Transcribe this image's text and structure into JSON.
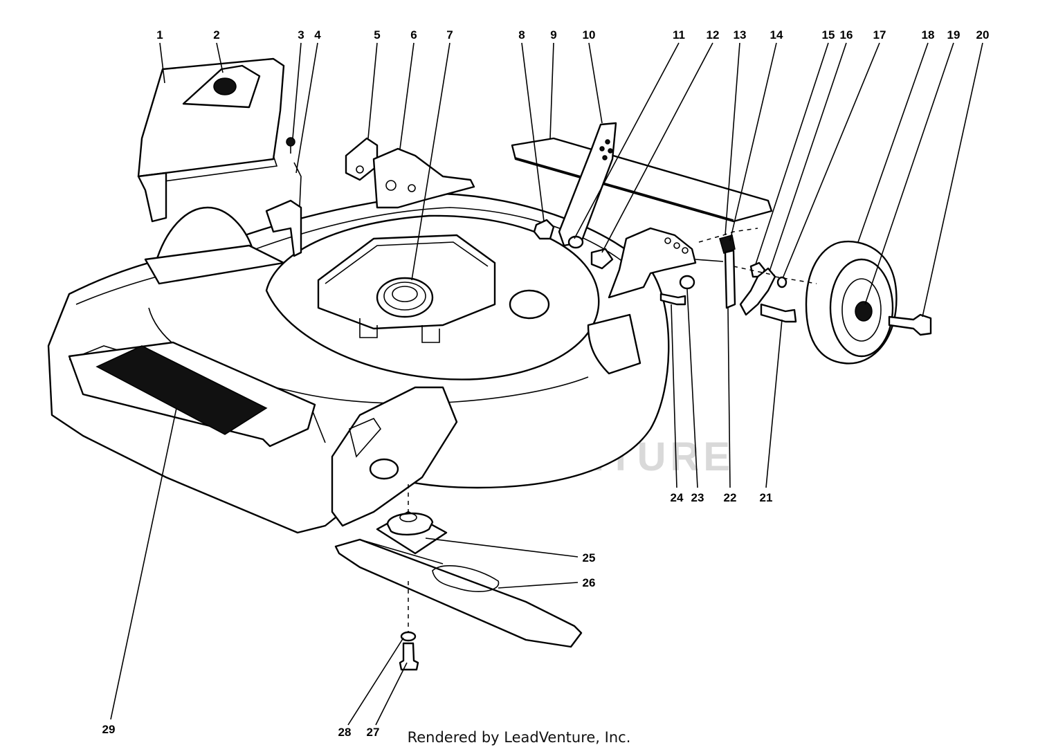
{
  "callouts": [
    "1",
    "2",
    "3",
    "4",
    "5",
    "6",
    "7",
    "8",
    "9",
    "10",
    "11",
    "12",
    "13",
    "14",
    "15",
    "16",
    "17",
    "18",
    "19",
    "20",
    "21",
    "22",
    "23",
    "24",
    "25",
    "26",
    "27",
    "28",
    "29"
  ],
  "watermark": "LEADVENTURE",
  "footer": "Rendered by LeadVenture, Inc."
}
